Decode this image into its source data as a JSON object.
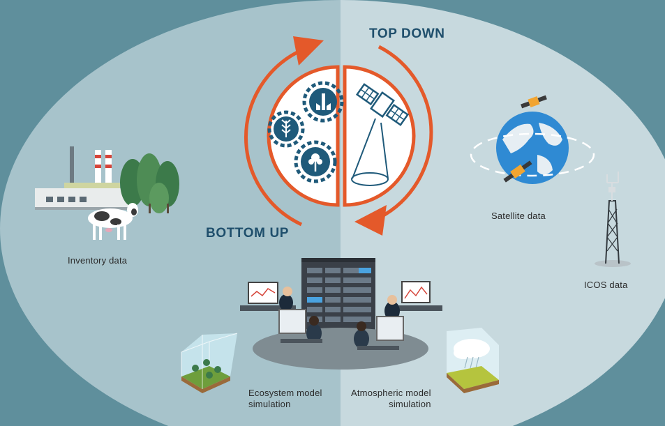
{
  "labels": {
    "top_down": "TOP DOWN",
    "bottom_up": "BOTTOM UP",
    "inventory": "Inventory data",
    "satellite": "Satellite data",
    "icos": "ICOS data",
    "ecosystem_line1": "Ecosystem model",
    "ecosystem_line2": "simulation",
    "atmospheric_line1": "Atmospheric model",
    "atmospheric_line2": "simulation"
  },
  "colors": {
    "background": "#5f8f9c",
    "ellipse_left": "#a7c3cb",
    "ellipse_right": "#c7d9de",
    "arrow": "#e4592a",
    "icon_blue": "#1f5a7a",
    "heading_text": "#1f4f6c"
  },
  "icons": [
    "wheat-gear-icon",
    "factory-gear-icon",
    "tree-gear-icon",
    "satellite-icon",
    "globe-icon",
    "tower-icon",
    "cow-icon",
    "forest-icon",
    "server-rack-icon"
  ]
}
